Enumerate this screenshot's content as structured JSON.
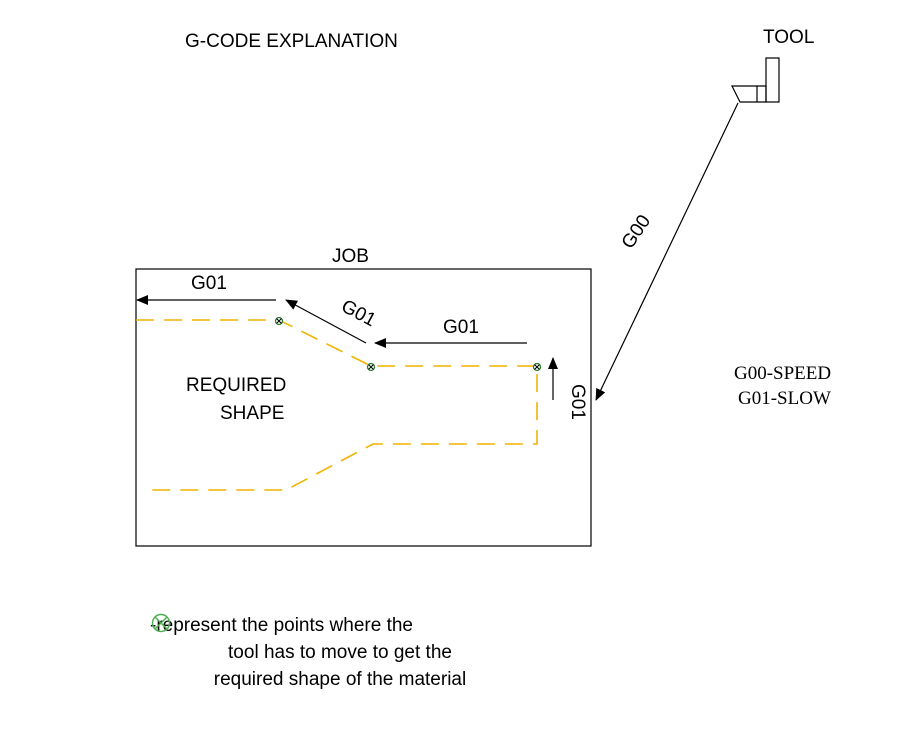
{
  "diagram": {
    "title": "G-CODE EXPLANATION",
    "tool_label": "TOOL",
    "job_label": "JOB",
    "shape_label_line1": "REQUIRED",
    "shape_label_line2": "SHAPE",
    "moves": {
      "rapid": "G00",
      "feed_top_left": "G01",
      "feed_diagonal": "G01",
      "feed_middle": "G01",
      "feed_vertical": "G01"
    },
    "notes": {
      "speed": "G00-SPEED",
      "slow": "G01-SLOW"
    },
    "colors": {
      "outline": "#000000",
      "shape_path": "#f0b400",
      "point_marker": "#2e7d32",
      "legend_marker": "#4caf50"
    },
    "legend": {
      "icon": "circle-x-icon",
      "line1": "-represent the points where the",
      "line2": "tool has to move to get the",
      "line3": "required shape of the material"
    }
  }
}
